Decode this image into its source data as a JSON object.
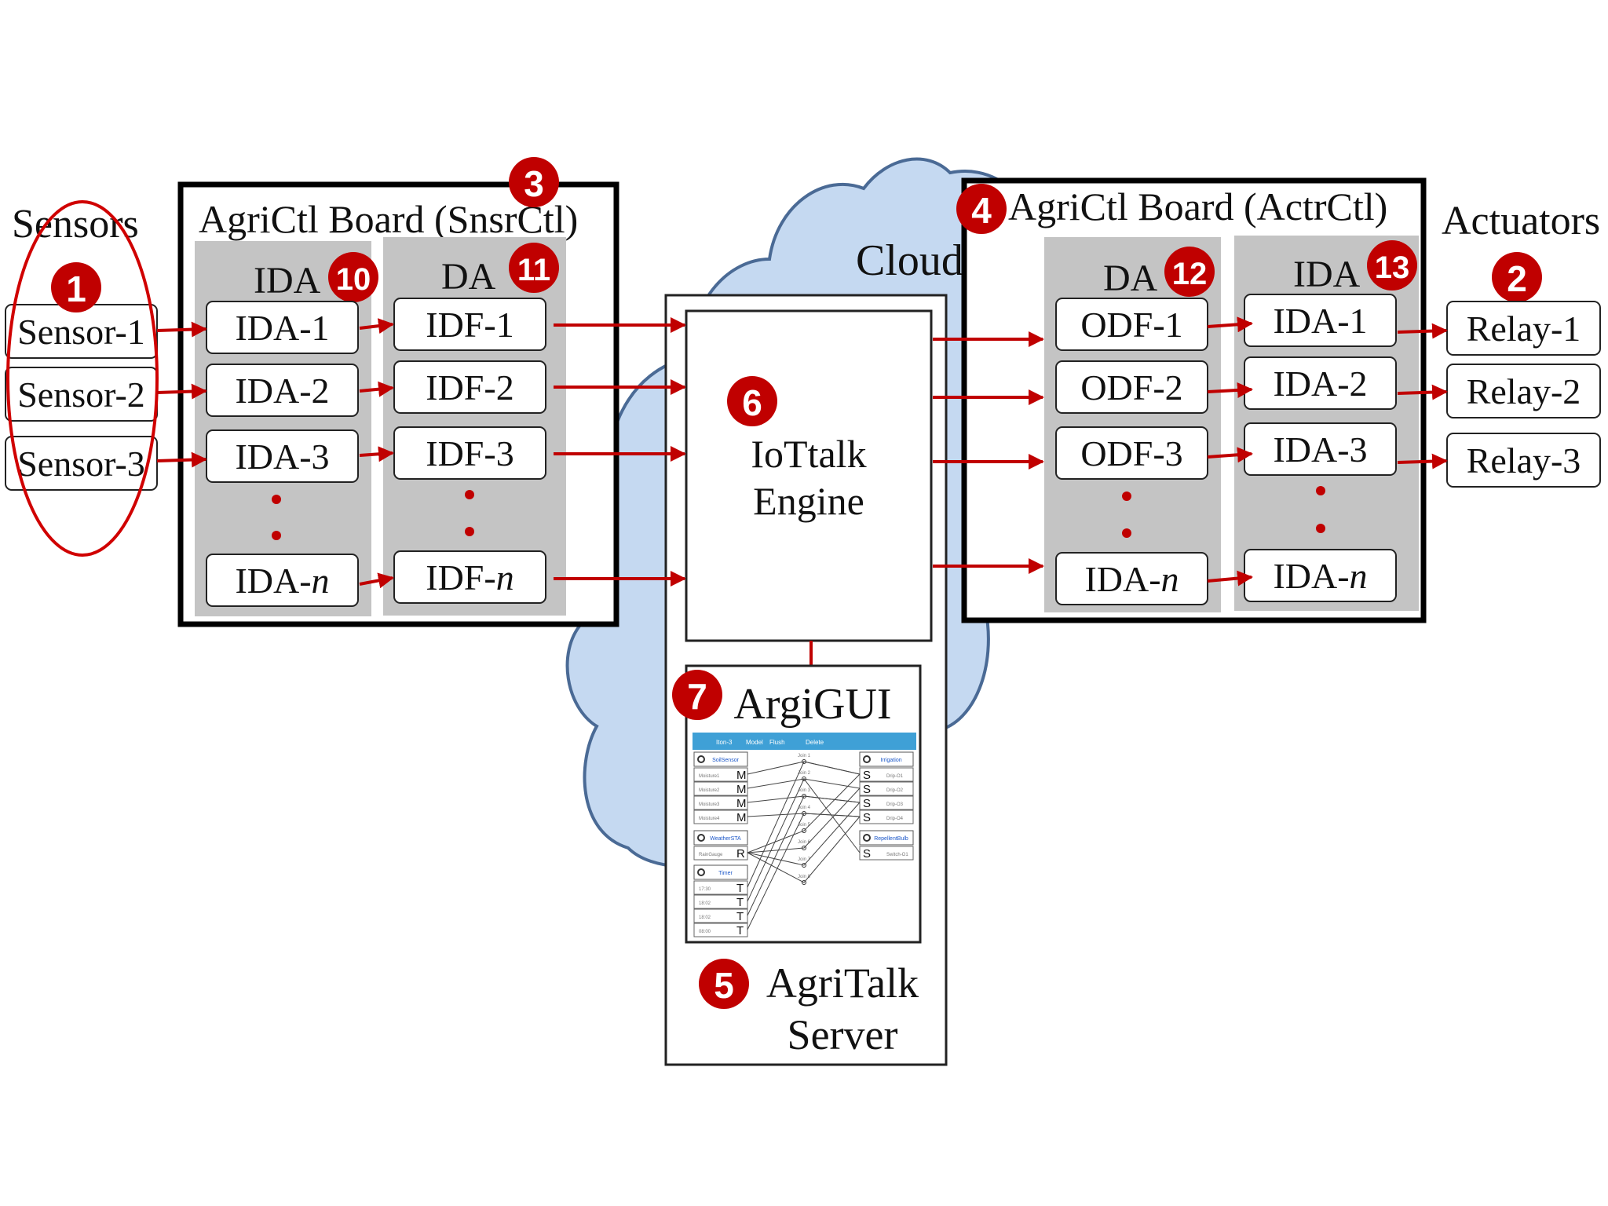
{
  "colors": {
    "arrow": "#c00000",
    "badge": "#c00000",
    "cloud_fill": "#c5d9f1",
    "cloud_stroke": "#4a6a95",
    "panel_gray": "#c4c4c4"
  },
  "sensors": {
    "title": "Sensors",
    "badge": "1",
    "items": [
      "Sensor-1",
      "Sensor-2",
      "Sensor-3"
    ]
  },
  "snsr_board": {
    "title": "AgriCtl Board (SnsrCtl)",
    "badge": "3",
    "ida": {
      "label": "IDA",
      "badge": "10",
      "items": [
        "IDA-1",
        "IDA-2",
        "IDA-3"
      ],
      "last_prefix": "IDA-",
      "last_var": "n"
    },
    "da": {
      "label": "DA",
      "badge": "11",
      "items": [
        "IDF-1",
        "IDF-2",
        "IDF-3"
      ],
      "last_prefix": "IDF-",
      "last_var": "n"
    }
  },
  "cloud": {
    "label": "Cloud"
  },
  "engine": {
    "badge": "6",
    "line1": "IoTtalk",
    "line2": "Engine"
  },
  "gui": {
    "badge": "7",
    "title": "ArgiGUI",
    "toolbar": [
      "Iton-3",
      "Model",
      "Flush",
      "Delete"
    ],
    "left_groups": [
      {
        "title": "SoilSensor",
        "rows": [
          [
            "Moisture1",
            "M"
          ],
          [
            "Moisture2",
            "M"
          ],
          [
            "Moisture3",
            "M"
          ],
          [
            "Moisture4",
            "M"
          ]
        ]
      },
      {
        "title": "WeatherSTA",
        "rows": [
          [
            "RainGauge",
            "R"
          ]
        ]
      },
      {
        "title": "Timer",
        "rows": [
          [
            "17:30",
            "T"
          ],
          [
            "18:02",
            "T"
          ],
          [
            "18:02",
            "T"
          ],
          [
            "08:00",
            "T"
          ]
        ]
      }
    ],
    "right_groups": [
      {
        "title": "Irrigation",
        "rows": [
          [
            "S",
            "Drip-O1"
          ],
          [
            "S",
            "Drip-O2"
          ],
          [
            "S",
            "Drip-O3"
          ],
          [
            "S",
            "Drip-O4"
          ]
        ]
      },
      {
        "title": "RepellentBulb",
        "rows": [
          [
            "S",
            "Switch-O1"
          ]
        ]
      }
    ],
    "joins": [
      "Join 1",
      "Join 2",
      "Join 3",
      "Join 4",
      "Join 5",
      "Join 6",
      "Join 7",
      "Join 8"
    ]
  },
  "server": {
    "badge": "5",
    "line1": "AgriTalk",
    "line2": "Server"
  },
  "actr_board": {
    "title": "AgriCtl Board (ActrCtl)",
    "badge": "4",
    "da": {
      "label": "DA",
      "badge": "12",
      "items": [
        "ODF-1",
        "ODF-2",
        "ODF-3"
      ],
      "last_prefix": "IDA-",
      "last_var": "n"
    },
    "ida": {
      "label": "IDA",
      "badge": "13",
      "items": [
        "IDA-1",
        "IDA-2",
        "IDA-3"
      ],
      "last_prefix": "IDA-",
      "last_var": "n"
    }
  },
  "actuators": {
    "title": "Actuators",
    "badge": "2",
    "items": [
      "Relay-1",
      "Relay-2",
      "Relay-3"
    ]
  }
}
